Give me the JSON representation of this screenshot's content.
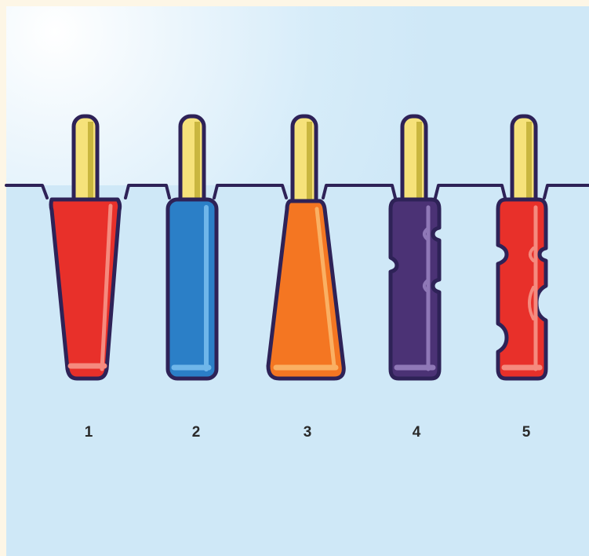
{
  "colors": {
    "background": "#cfe8f7",
    "frame": "#fdf6e6",
    "outline": "#2e2257",
    "stick": "#f6e27a",
    "stick_shade": "#c9b63f"
  },
  "popsicles": [
    {
      "number": "1",
      "color": "#e8302a",
      "highlight": "#f58a7e",
      "shape": "tapered"
    },
    {
      "number": "2",
      "color": "#2b7fc7",
      "highlight": "#6fb6ea",
      "shape": "straight"
    },
    {
      "number": "3",
      "color": "#f47622",
      "highlight": "#fab063",
      "shape": "flared"
    },
    {
      "number": "4",
      "color": "#4b3275",
      "highlight": "#8f78b7",
      "shape": "notched"
    },
    {
      "number": "5",
      "color": "#e8302a",
      "highlight": "#f58a7e",
      "shape": "notched"
    }
  ]
}
